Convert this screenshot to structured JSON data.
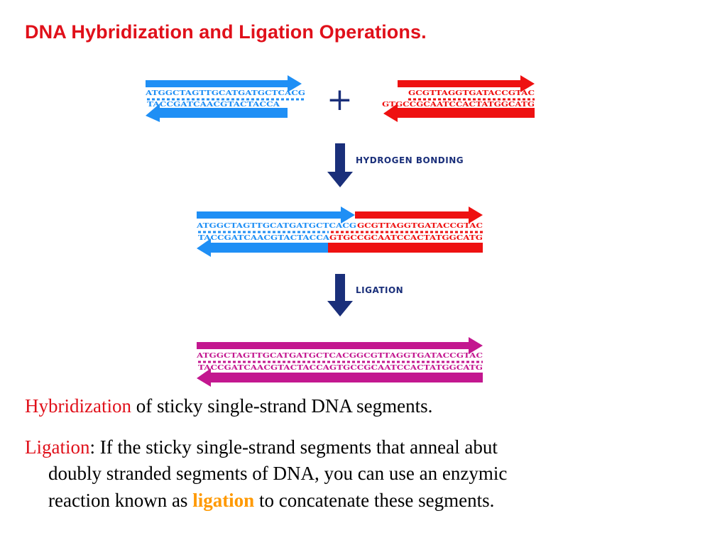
{
  "title": "DNA Hybridization and Ligation Operations.",
  "colors": {
    "blue": "#1f8ff5",
    "red": "#ee1111",
    "magenta": "#c3178f",
    "navy": "#1a2f7a",
    "title_red": "#e0101a",
    "highlight_orange": "#ff9900"
  },
  "diagram": {
    "plus_symbol": "+",
    "step1_label": "HYDROGEN BONDING",
    "step2_label": "LIGATION",
    "blue_top": "ATGGCTAGTTGCATGATGCTCACG",
    "blue_bottom": "TACCGATCAACGTACTACCA",
    "red_top": "GCGTTAGGTGATACCGTAC",
    "red_bottom": "GTGCCGCAATCCACTATGGCATG",
    "mid_top_blue": "ATGGCTAGTTGCATGATGCTCACG",
    "mid_top_red": "GCGTTAGGTGATACCGTAC",
    "mid_bottom_blue": "TACCGATCAACGTACTACCA",
    "mid_bottom_red": "GTGCCGCAATCCACTATGGCATG",
    "ligated_top": "ATGGCTAGTTGCATGATGCTCACGGCGTTAGGTGATACCGTAC",
    "ligated_bottom": "TACCGATCAACGTACTACCAGTGCCGCAATCCACTATGGCATG"
  },
  "bullets": {
    "b1_term": "Hybridization",
    "b1_rest": " of sticky single-strand DNA segments.",
    "b2_term": "Ligation",
    "b2_line1": ": If the sticky single-strand segments that anneal abut",
    "b2_line2": "doubly stranded segments of DNA, you can use an enzymic",
    "b2_line3_pre": "reaction known as ",
    "b2_highlight": "ligation",
    "b2_line3_post": " to concatenate these segments."
  }
}
